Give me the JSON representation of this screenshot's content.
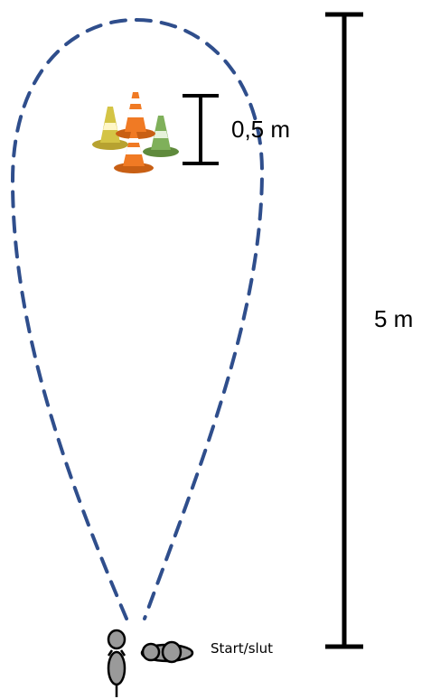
{
  "labels": {
    "small_distance": "0,5 m",
    "large_distance": "5 m",
    "start": "Start/slut"
  },
  "colors": {
    "path": "#2f4e8c",
    "scale_bar": "#000000",
    "cone_orange": "#e87722",
    "cone_yellow": "#c9b43a",
    "cone_green": "#6f9e4a",
    "figure": "#9a9a9a"
  },
  "icons": [
    "traffic-cone-icon",
    "person-topview-icon",
    "dog-topview-icon"
  ]
}
